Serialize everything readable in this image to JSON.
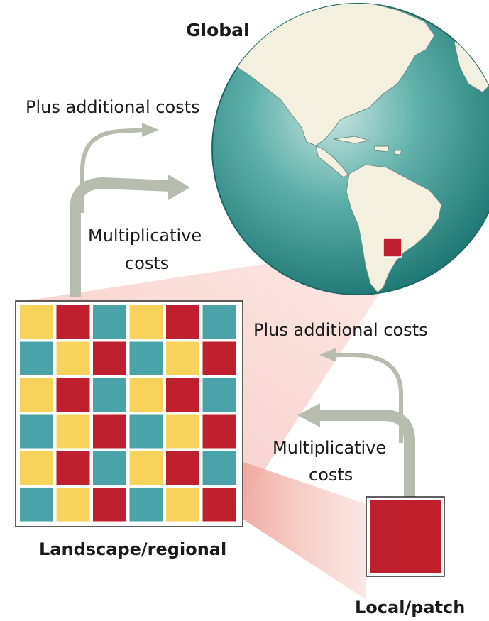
{
  "labels": {
    "global": "Global",
    "plus_additional_costs_top": "Plus additional costs",
    "multiplicative_costs_top_line1": "Multiplicative",
    "multiplicative_costs_top_line2": "costs",
    "plus_additional_costs_right": "Plus additional costs",
    "multiplicative_costs_right_line1": "Multiplicative",
    "multiplicative_costs_right_line2": "costs",
    "landscape_regional": "Landscape/regional",
    "local_patch": "Local/patch"
  },
  "colors": {
    "yellow": "#f8d35c",
    "red": "#c01f2e",
    "teal": "#4aa3a8",
    "arrow": "#b6bcae",
    "ocean": "#2a8f8c",
    "land": "#f3eedc",
    "funnel": "#f2b3aa"
  },
  "grid": {
    "rows": [
      [
        "yellow",
        "red",
        "teal",
        "yellow",
        "red",
        "teal"
      ],
      [
        "teal",
        "yellow",
        "red",
        "teal",
        "yellow",
        "red"
      ],
      [
        "yellow",
        "red",
        "teal",
        "yellow",
        "red",
        "teal"
      ],
      [
        "teal",
        "yellow",
        "red",
        "teal",
        "yellow",
        "red"
      ],
      [
        "yellow",
        "red",
        "teal",
        "yellow",
        "red",
        "teal"
      ],
      [
        "teal",
        "yellow",
        "red",
        "teal",
        "yellow",
        "red"
      ]
    ]
  }
}
